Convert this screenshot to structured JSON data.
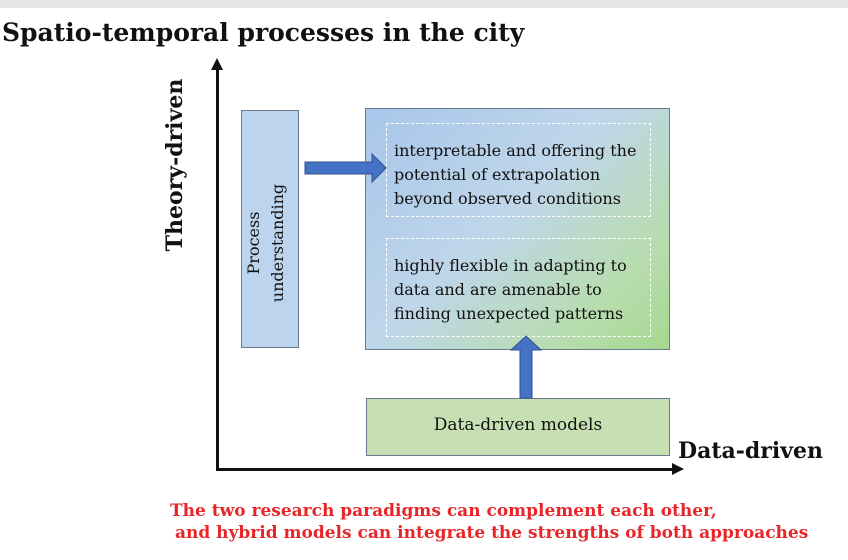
{
  "title": "Spatio-temporal processes in the city",
  "axes": {
    "y_label": "Theory-driven",
    "x_label": "Data-driven"
  },
  "process_box": {
    "line1": "Process",
    "line2": "understanding"
  },
  "hybrid_box": {
    "text_top": "interpretable and offering the potential of extrapolation beyond observed conditions",
    "text_bottom": "highly flexible in adapting to data and are amenable to finding unexpected patterns"
  },
  "data_box": {
    "label": "Data-driven models"
  },
  "note": {
    "line1": "The two research paradigms can complement each other,",
    "line2": "and hybrid models can integrate the strengths of both approaches"
  },
  "colors": {
    "arrow": "#4472c4",
    "note": "#e8262a",
    "process_fill": "#bcd4ee",
    "data_fill": "#c6e0b4"
  }
}
